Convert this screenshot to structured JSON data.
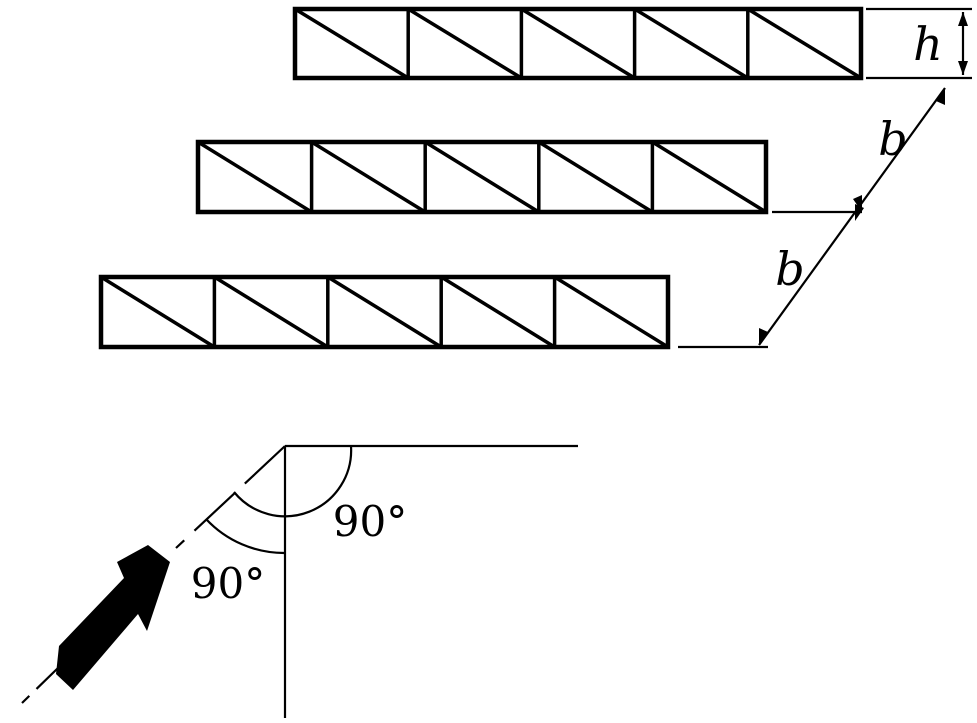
{
  "diagram": {
    "row_count": 3,
    "cells_per_row": 5,
    "labels": {
      "height": "h",
      "spacing_upper": "b",
      "spacing_lower": "b",
      "angle_upper": "90°",
      "angle_lower": "90°"
    },
    "colors": {
      "ink": "#000000",
      "background": "#ffffff"
    },
    "icons": {
      "flow_arrow": "flow-arrow-icon"
    }
  }
}
